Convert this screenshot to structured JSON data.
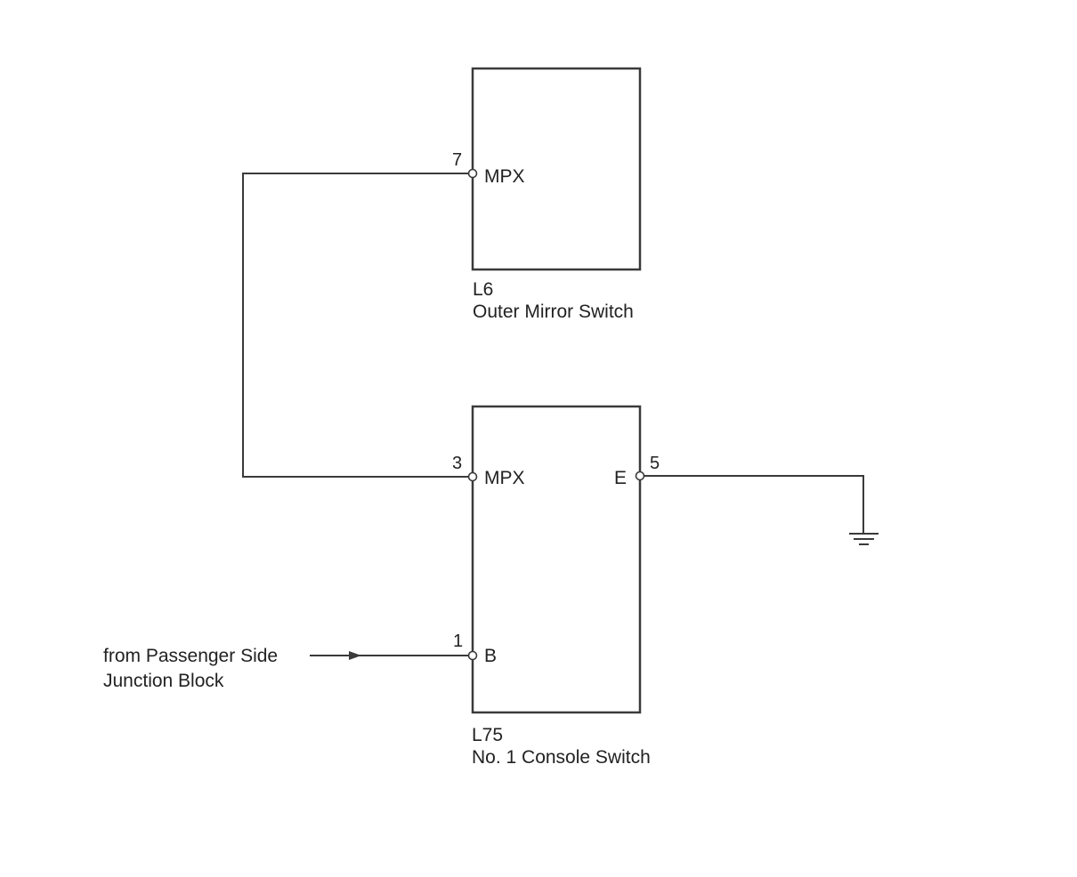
{
  "components": {
    "outer_mirror_switch": {
      "id": "L6",
      "name": "Outer Mirror Switch",
      "pins": {
        "mpx": {
          "number": "7",
          "label": "MPX"
        }
      }
    },
    "console_switch": {
      "id": "L75",
      "name": "No. 1 Console Switch",
      "pins": {
        "mpx": {
          "number": "3",
          "label": "MPX"
        },
        "e": {
          "number": "5",
          "label": "E"
        },
        "b": {
          "number": "1",
          "label": "B"
        }
      }
    }
  },
  "external_source": {
    "line1": "from Passenger Side",
    "line2": "Junction Block"
  },
  "colors": {
    "line": "#3a3a3a",
    "text": "#222222"
  }
}
